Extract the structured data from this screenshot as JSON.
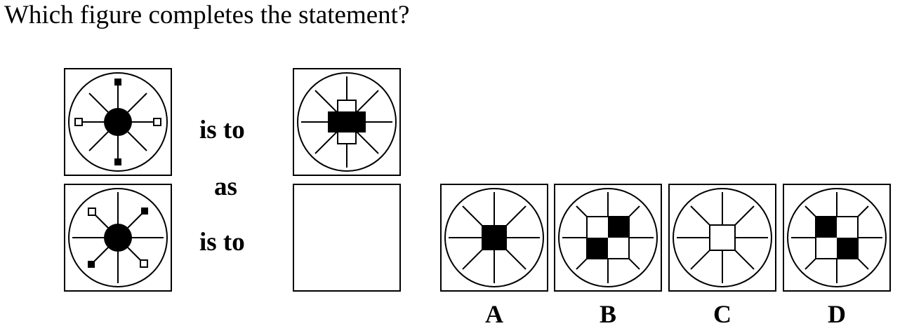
{
  "question": "Which figure completes the statement?",
  "analogy": {
    "is_to_1": "is to",
    "as": "as",
    "is_to_2": "is to"
  },
  "figures": {
    "top_left": {
      "hub": "black-circle",
      "spokes": 8,
      "end_markers": "white squares left/right, black squares top/bottom"
    },
    "top_right": {
      "hub": "black horizontal bar over white vertical bar",
      "spokes": 8
    },
    "bottom_left": {
      "hub": "black-circle",
      "spokes": 8,
      "end_markers": "black squares top-right/bottom-left, white squares top-left/bottom-right"
    },
    "bottom_right": {
      "content": "empty"
    }
  },
  "options": [
    {
      "label": "A",
      "hub": "solid black square"
    },
    {
      "label": "B",
      "hub": "2x2 checker, black top-right and bottom-left"
    },
    {
      "label": "C",
      "hub": "white square"
    },
    {
      "label": "D",
      "hub": "2x2 checker, black top-left and bottom-right"
    }
  ]
}
